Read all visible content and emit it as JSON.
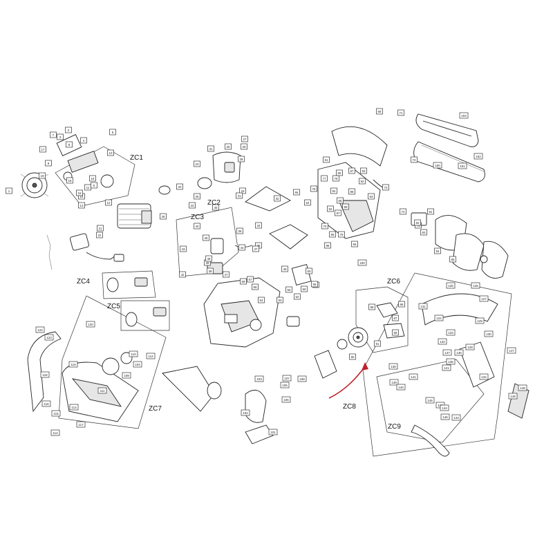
{
  "groups": {
    "zc1": "ZC1",
    "zc2": "ZC2",
    "zc3": "ZC3",
    "zc4": "ZC4",
    "zc5": "ZC5",
    "zc6": "ZC6",
    "zc7": "ZC7",
    "zc8": "ZC8",
    "zc9": "ZC9"
  },
  "arrow_color": "#c0202a",
  "callouts": [
    "1",
    "2",
    "3",
    "4",
    "5",
    "6",
    "7",
    "8",
    "9",
    "10",
    "11",
    "12",
    "13",
    "14",
    "15",
    "16",
    "17",
    "18",
    "19",
    "20",
    "21",
    "22",
    "23",
    "24",
    "25",
    "26",
    "27",
    "28",
    "29",
    "30",
    "31",
    "32",
    "33",
    "34",
    "35",
    "36",
    "37",
    "38",
    "39",
    "40",
    "41",
    "42",
    "43",
    "44",
    "45",
    "46",
    "47",
    "48",
    "49",
    "50",
    "51",
    "52",
    "53",
    "54",
    "55",
    "56",
    "57",
    "58",
    "59",
    "60",
    "61",
    "62",
    "63",
    "64",
    "65",
    "66",
    "67",
    "68",
    "69",
    "70",
    "71",
    "72",
    "73",
    "74",
    "75",
    "76",
    "77",
    "78",
    "79",
    "80",
    "81",
    "82",
    "83",
    "84",
    "85",
    "86",
    "87",
    "88",
    "89",
    "90",
    "91",
    "92",
    "93",
    "94",
    "95",
    "96",
    "97",
    "98",
    "99",
    "100",
    "101",
    "102",
    "103",
    "104",
    "105",
    "106",
    "107",
    "108",
    "109",
    "110",
    "111",
    "112",
    "113",
    "114",
    "115",
    "116",
    "117",
    "118",
    "119",
    "120",
    "121",
    "122",
    "123",
    "124",
    "125",
    "126",
    "127",
    "128",
    "129",
    "130",
    "131",
    "132",
    "133",
    "134",
    "135",
    "136",
    "137",
    "138",
    "139",
    "140",
    "141",
    "142",
    "143",
    "144",
    "145",
    "146",
    "147",
    "148",
    "149",
    "150",
    "151",
    "152",
    "153"
  ]
}
